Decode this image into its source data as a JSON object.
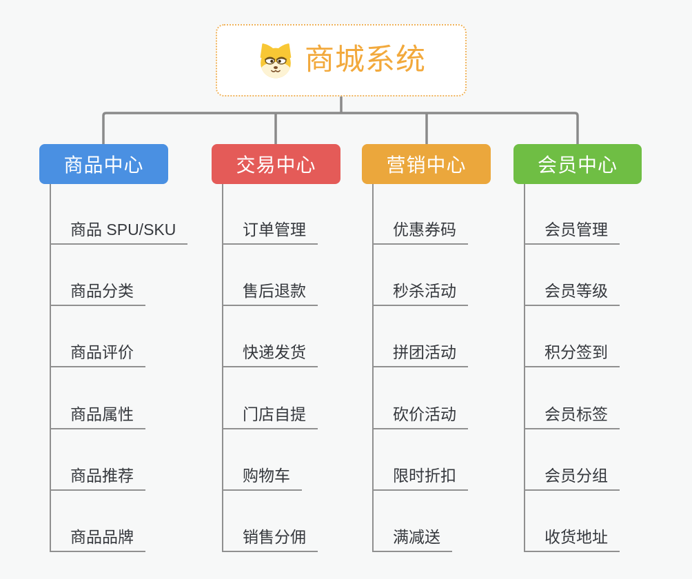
{
  "root": {
    "title": "商城系统",
    "icon": "dog-face-icon"
  },
  "branches": [
    {
      "label": "商品中心",
      "color": "#4a90e2",
      "children": [
        "商品 SPU/SKU",
        "商品分类",
        "商品评价",
        "商品属性",
        "商品推荐",
        "商品品牌"
      ]
    },
    {
      "label": "交易中心",
      "color": "#e45b58",
      "children": [
        "订单管理",
        "售后退款",
        "快递发货",
        "门店自提",
        "购物车",
        "销售分佣"
      ]
    },
    {
      "label": "营销中心",
      "color": "#eba73c",
      "children": [
        "优惠券码",
        "秒杀活动",
        "拼团活动",
        "砍价活动",
        "限时折扣",
        "满减送"
      ]
    },
    {
      "label": "会员中心",
      "color": "#6fbe44",
      "children": [
        "会员管理",
        "会员等级",
        "积分签到",
        "会员标签",
        "会员分组",
        "收货地址"
      ]
    }
  ],
  "colors": {
    "background": "#f7f8f8",
    "connector": "#8a8a8a",
    "child_line": "#909090",
    "child_text": "#35383d",
    "root_text": "#f2a93c",
    "root_border": "#f0b35a"
  }
}
